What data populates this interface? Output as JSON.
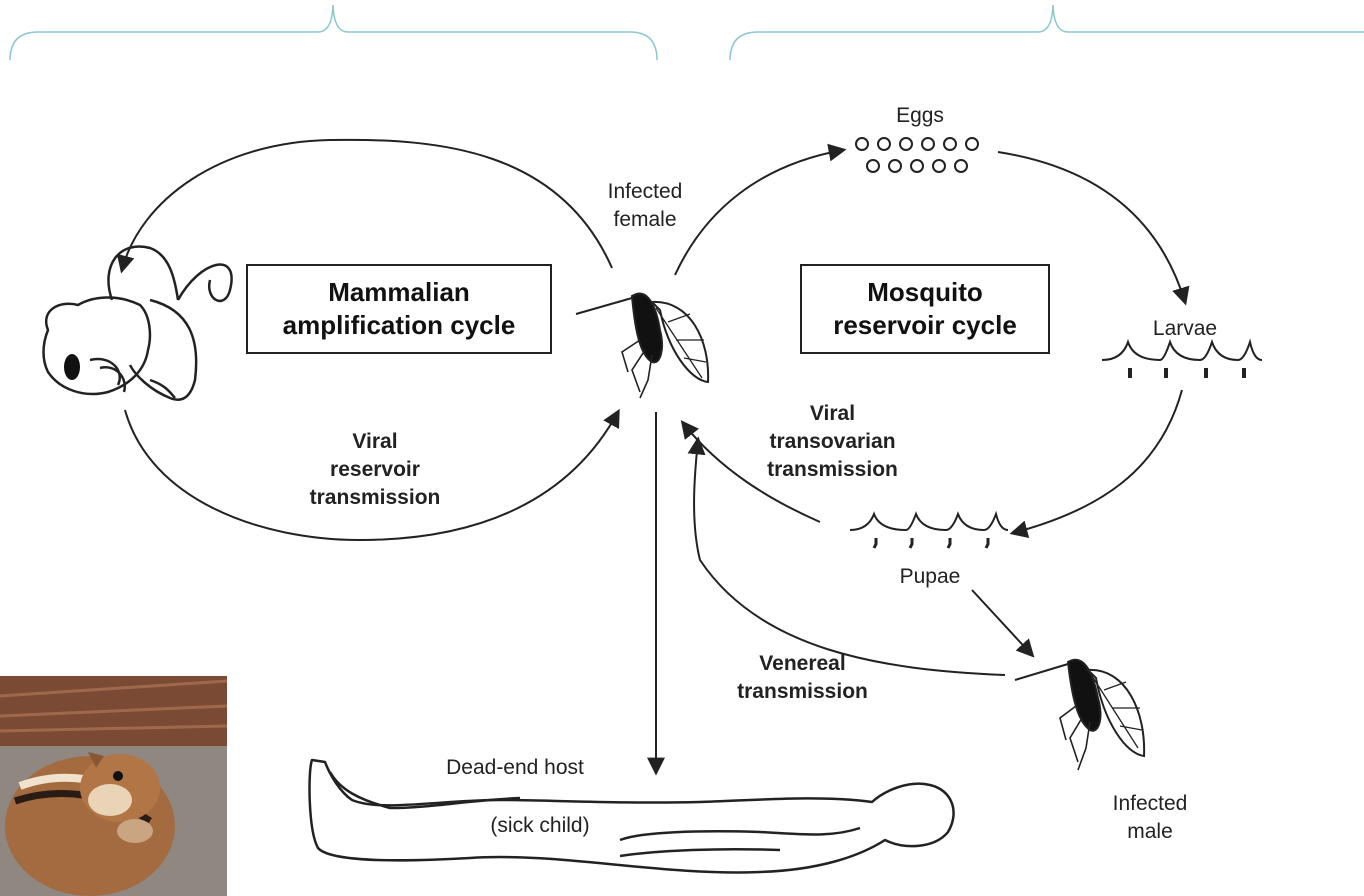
{
  "labels": {
    "eggs": "Eggs",
    "infected_female": [
      "Infected",
      "female"
    ],
    "mammalian_box": [
      "Mammalian",
      "amplification cycle"
    ],
    "mosquito_box": [
      "Mosquito",
      "reservoir cycle"
    ],
    "larvae": "Larvae",
    "viral_reservoir": [
      "Viral",
      "reservoir",
      "transmission"
    ],
    "viral_transovarian": [
      "Viral",
      "transovarian",
      "transmission"
    ],
    "pupae": "Pupae",
    "venereal": [
      "Venereal",
      "transmission"
    ],
    "dead_end_host": "Dead-end host",
    "sick_child": "(sick child)",
    "infected_male": [
      "Infected",
      "male"
    ]
  },
  "colors": {
    "line": "#222222",
    "bracket": "#8cc7cf"
  },
  "icons": [
    "squirrel-icon",
    "female-mosquito-icon",
    "male-mosquito-icon",
    "eggs-icon",
    "larvae-icon",
    "pupae-icon",
    "child-outline-icon",
    "chipmunk-photo"
  ]
}
